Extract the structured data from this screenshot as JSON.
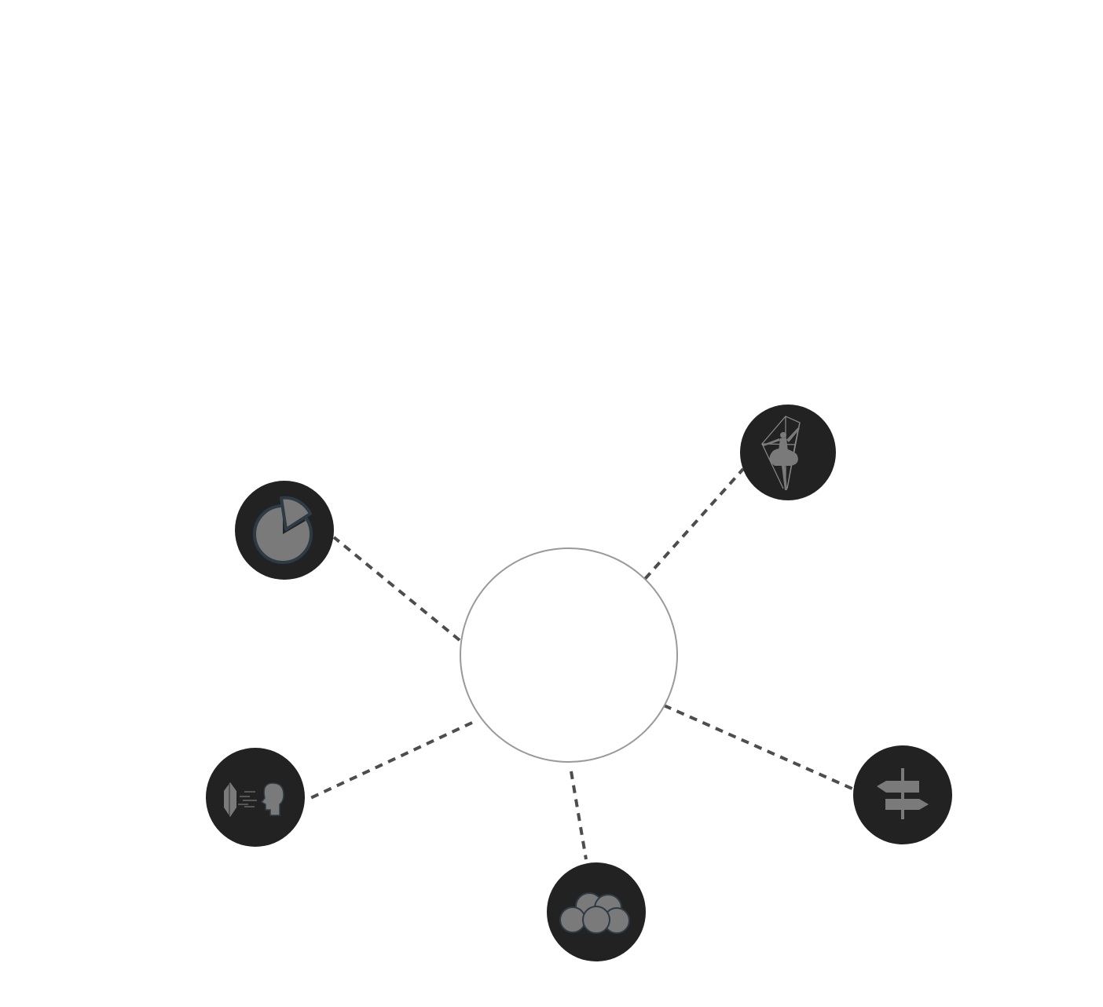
{
  "diagram": {
    "center": {
      "icon": "empty-circle"
    },
    "colors": {
      "background": "#ffffff",
      "node_fill": "#222222",
      "icon_fill": "#7a7a7a",
      "icon_stroke": "#2e3a44",
      "connector": "#4d4d4d",
      "center_stroke": "#999999"
    },
    "nodes": [
      {
        "id": "pie-chart",
        "icon": "pie-chart-icon"
      },
      {
        "id": "marionette",
        "icon": "marionette-dancer-icon"
      },
      {
        "id": "communication",
        "icon": "crystal-to-head-icon"
      },
      {
        "id": "group",
        "icon": "group-of-circles-icon"
      },
      {
        "id": "signpost",
        "icon": "signpost-icon"
      }
    ]
  }
}
